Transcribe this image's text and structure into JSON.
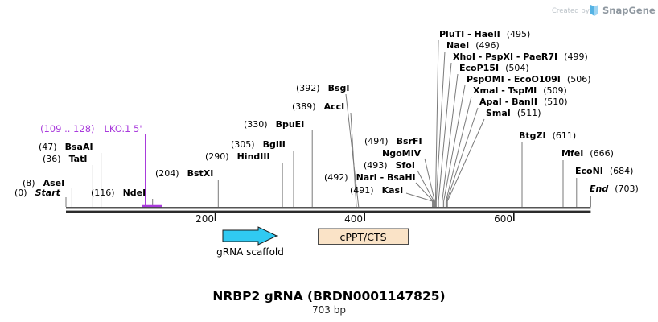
{
  "branding": {
    "created_by": "Created by",
    "logo_text": "SnapGene",
    "logo_color": "#55b3e4"
  },
  "title": {
    "name": "NRBP2 gRNA (BRDN0001147825)",
    "length": "703 bp"
  },
  "ruler": {
    "ticks": [
      "200",
      "400",
      "600"
    ]
  },
  "primer": {
    "coords": "(109 .. 128)",
    "name": "LKO.1 5'",
    "color": "#a93bdc"
  },
  "features": [
    {
      "name": "gRNA scaffold",
      "color": "#30caf2"
    },
    {
      "name": "cPPT/CTS",
      "color": "#fae3c7"
    }
  ],
  "sites": [
    {
      "pos": "(0)",
      "name": "Start"
    },
    {
      "pos": "(8)",
      "name": "AseI"
    },
    {
      "pos": "(36)",
      "name": "TatI"
    },
    {
      "pos": "(47)",
      "name": "BsaAI"
    },
    {
      "pos": "(116)",
      "name": "NdeI"
    },
    {
      "pos": "(204)",
      "name": "BstXI"
    },
    {
      "pos": "(290)",
      "name": "HindIII"
    },
    {
      "pos": "(305)",
      "name": "BglII"
    },
    {
      "pos": "(330)",
      "name": "BpuEI"
    },
    {
      "pos": "(389)",
      "name": "AccI"
    },
    {
      "pos": "(392)",
      "name": "BsgI"
    },
    {
      "pos": "(491)",
      "name": "KasI"
    },
    {
      "pos": "(492)",
      "name": "NarI - BsaHI"
    },
    {
      "pos": "(493)",
      "name": "SfoI"
    },
    {
      "pos": "(494)",
      "name": "BsrFI"
    },
    {
      "name": "NgoMIV"
    },
    {
      "name": "PluTI - HaeII",
      "pos": "(495)"
    },
    {
      "name": "NaeI",
      "pos": "(496)"
    },
    {
      "name": "XhoI - PspXI - PaeR7I",
      "pos": "(499)"
    },
    {
      "name": "EcoP15I",
      "pos": "(504)"
    },
    {
      "name": "PspOMI - EcoO109I",
      "pos": "(506)"
    },
    {
      "name": "XmaI - TspMI",
      "pos": "(509)"
    },
    {
      "name": "ApaI - BanII",
      "pos": "(510)"
    },
    {
      "name": "SmaI",
      "pos": "(511)"
    },
    {
      "name": "BtgZI",
      "pos": "(611)"
    },
    {
      "name": "MfeI",
      "pos": "(666)"
    },
    {
      "name": "EcoNI",
      "pos": "(684)"
    },
    {
      "name": "End",
      "pos": "(703)"
    }
  ]
}
